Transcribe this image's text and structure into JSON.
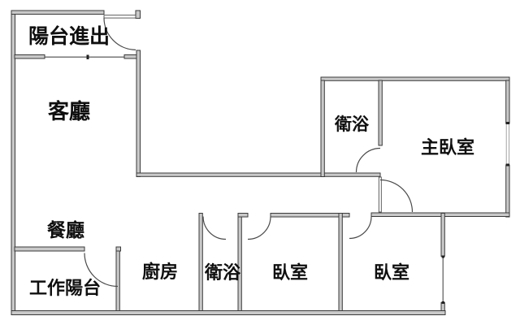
{
  "colors": {
    "wall_fill": "#c9c9c9",
    "wall_edge": "#3a3a3a",
    "line": "#4a4a4a",
    "text": "#0f0f0f",
    "bg": "#ffffff"
  },
  "rooms": {
    "balcony_entry": {
      "label": "陽台進出"
    },
    "living_room": {
      "label": "客廳"
    },
    "dining_room": {
      "label": "餐廳"
    },
    "work_balcony": {
      "label": "工作陽台"
    },
    "kitchen": {
      "label": "廚房"
    },
    "hall_bathroom": {
      "label": "衛浴"
    },
    "master_bathroom": {
      "label": "衛浴"
    },
    "master_bedroom": {
      "label": "主臥室"
    },
    "bedroom_left": {
      "label": "臥室"
    },
    "bedroom_right": {
      "label": "臥室"
    }
  }
}
